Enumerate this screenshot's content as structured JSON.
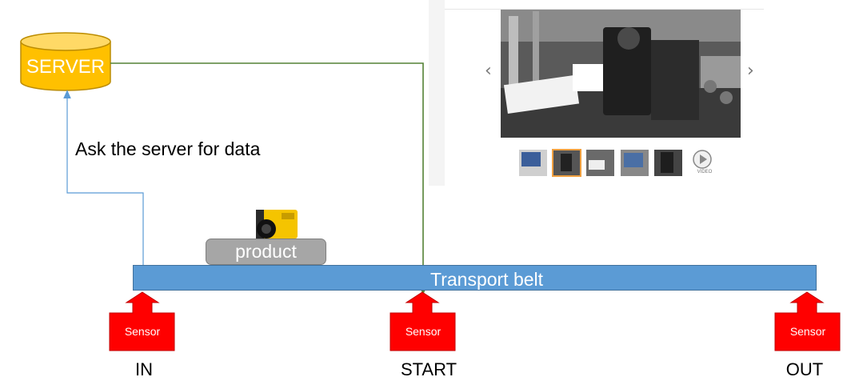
{
  "server": {
    "label": "SERVER",
    "color": "#ffc000"
  },
  "annotations": {
    "ask_server": "Ask the server for data"
  },
  "belt": {
    "label": "Transport belt",
    "color": "#5b9bd5"
  },
  "product": {
    "label": "product"
  },
  "sensors": [
    {
      "text": "Sensor",
      "position_label": "IN"
    },
    {
      "text": "Sensor",
      "position_label": "START"
    },
    {
      "text": "Sensor",
      "position_label": "OUT"
    }
  ],
  "colors": {
    "sensor": "#ff0000",
    "request_line": "#5b9bd5",
    "response_line": "#548235"
  },
  "gallery": {
    "prev_icon": "‹",
    "next_icon": "›",
    "video_label": "VIDEO",
    "thumbnail_count": 6
  }
}
